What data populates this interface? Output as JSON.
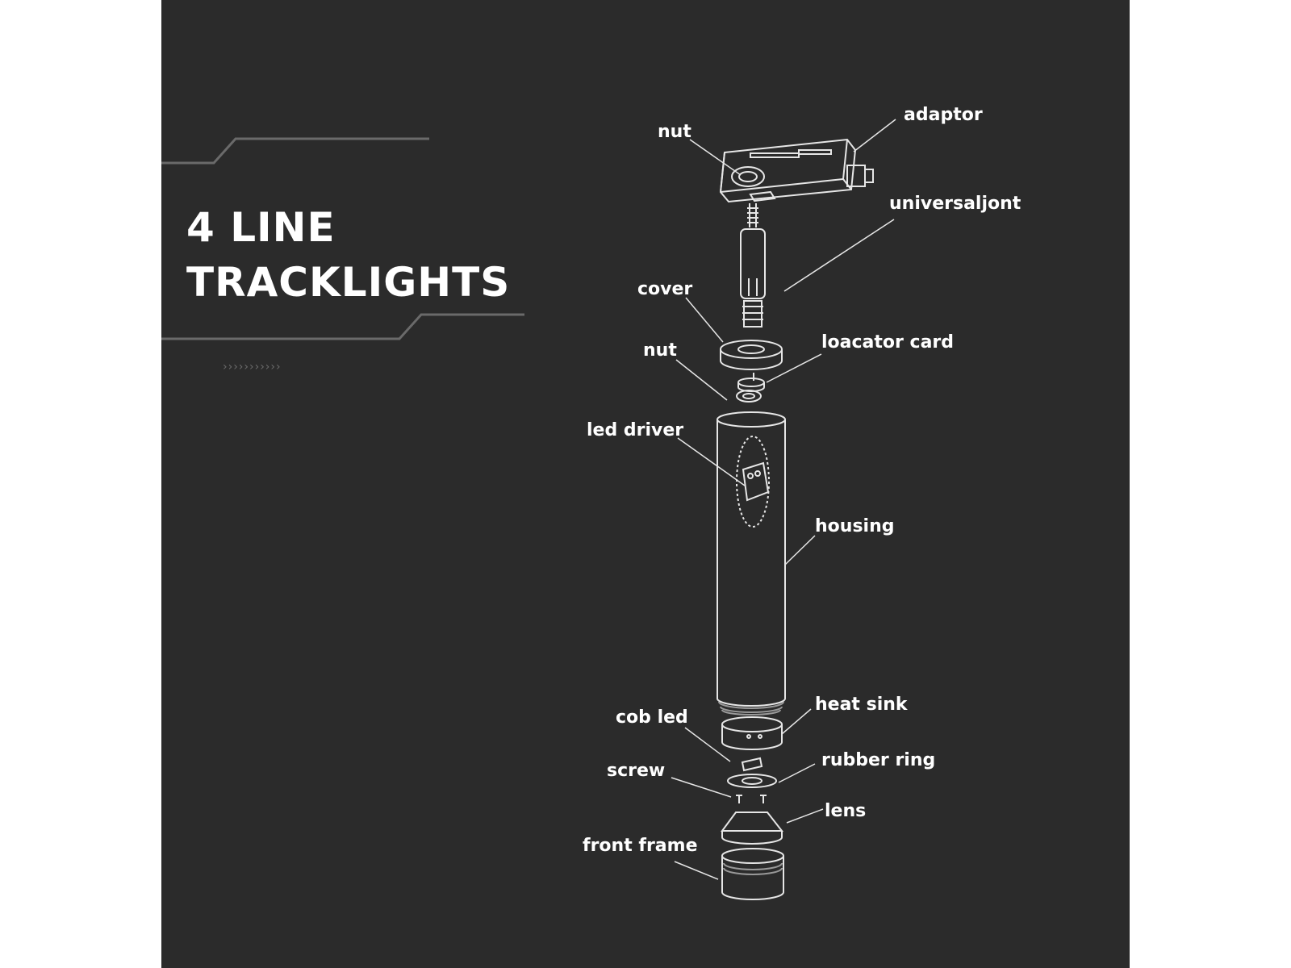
{
  "title": {
    "line1": "4 LINE",
    "line2": "TRACKLIGHTS"
  },
  "decoration": {
    "chevrons": "›››››››››››"
  },
  "colors": {
    "background": "#2b2b2b",
    "outer": "#ffffff",
    "text": "#ffffff",
    "line": "#e6e6e6",
    "accent_line": "#6a6a6a"
  },
  "labels": {
    "adaptor": "adaptor",
    "nut_top": "nut",
    "universal_joint": "universaljont",
    "cover": "cover",
    "locator_card": "loacator card",
    "nut_mid": "nut",
    "led_driver": "led  driver",
    "housing": "housing",
    "heat_sink": "heat sink",
    "cob_led": "cob led",
    "rubber_ring": "rubber ring",
    "screw": "screw",
    "lens": "lens",
    "front_frame": "front  frame"
  }
}
